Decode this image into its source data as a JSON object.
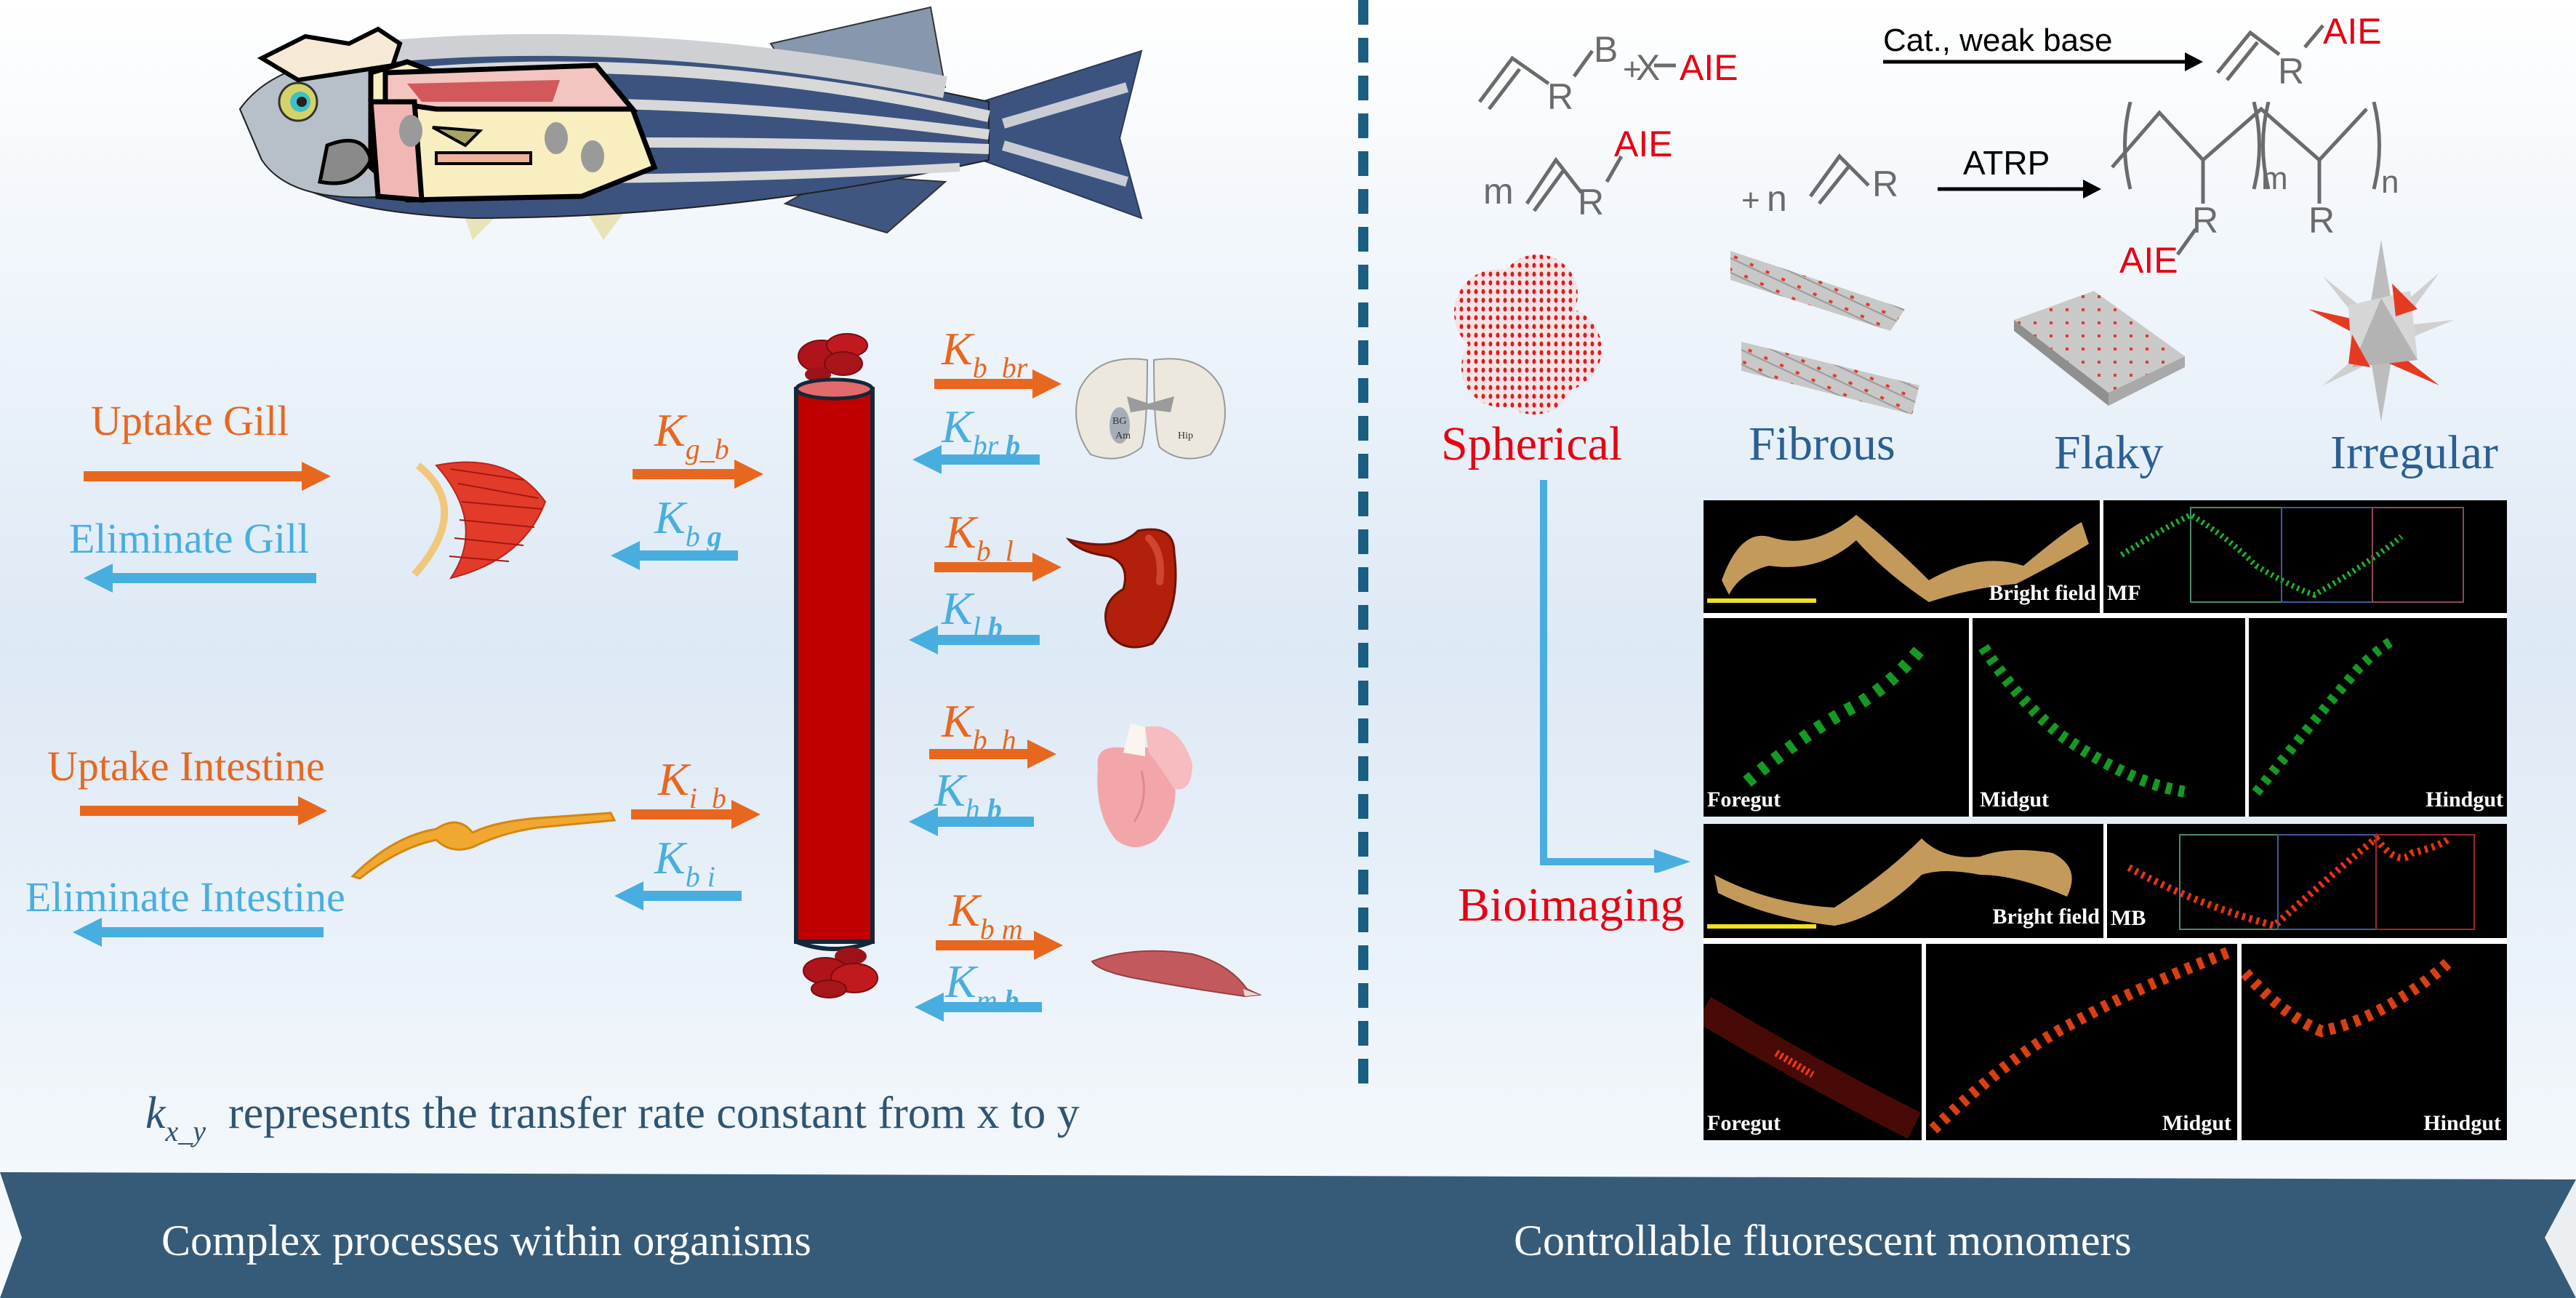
{
  "left_panel": {
    "title": "Complex processes within organisms",
    "uptake_gill": "Uptake Gill",
    "eliminate_gill": "Eliminate Gill",
    "uptake_intestine": "Uptake Intestine",
    "eliminate_intestine": "Eliminate Intestine",
    "rate_constants": [
      {
        "id": "k_g_b",
        "base": "K",
        "sub1": "g",
        "sep": "_",
        "sub2": "b",
        "direction": "in",
        "color": "orange"
      },
      {
        "id": "k_b_g",
        "base": "K",
        "sub1": "b",
        "sep": " ",
        "sub2": "g",
        "direction": "out",
        "color": "blue"
      },
      {
        "id": "k_i_b",
        "base": "K",
        "sub1": "i",
        "sep": "_",
        "sub2": "b",
        "direction": "in",
        "color": "orange"
      },
      {
        "id": "k_b_i",
        "base": "K",
        "sub1": "b",
        "sep": " ",
        "sub2": "i",
        "direction": "out",
        "color": "blue"
      },
      {
        "id": "k_b_br",
        "base": "K",
        "sub1": "b",
        "sep": " ",
        "sub2": "br",
        "direction": "out",
        "color": "orange"
      },
      {
        "id": "k_br_b",
        "base": "K",
        "sub1": "br",
        "sep": " ",
        "sub2": "b",
        "direction": "in",
        "color": "blue"
      },
      {
        "id": "k_b_l",
        "base": "K",
        "sub1": "b",
        "sep": " ",
        "sub2": "l",
        "direction": "out",
        "color": "orange"
      },
      {
        "id": "k_l_b",
        "base": "K",
        "sub1": "l",
        "sep": " ",
        "sub2": "b",
        "direction": "in",
        "color": "blue"
      },
      {
        "id": "k_b_h",
        "base": "K",
        "sub1": "b",
        "sep": " ",
        "sub2": "h",
        "direction": "out",
        "color": "orange"
      },
      {
        "id": "k_h_b",
        "base": "K",
        "sub1": "h",
        "sep": " ",
        "sub2": "b",
        "direction": "in",
        "color": "blue"
      },
      {
        "id": "k_b_m",
        "base": "K",
        "sub1": "b",
        "sep": " ",
        "sub2": "m",
        "direction": "out",
        "color": "orange"
      },
      {
        "id": "k_m_b",
        "base": "K",
        "sub1": "m",
        "sep": " ",
        "sub2": "b",
        "direction": "in",
        "color": "blue"
      }
    ],
    "brain_labels": {
      "bg": "BG",
      "am": "Am",
      "hip": "Hip"
    },
    "legend": {
      "symbol": "k",
      "subscript": "x_y",
      "text": "represents the transfer rate constant from x to y"
    },
    "organs": [
      "fish",
      "gill",
      "intestine",
      "blood-vessel",
      "brain",
      "liver",
      "heart",
      "muscle"
    ]
  },
  "right_panel": {
    "title": "Controllable fluorescent monomers",
    "reaction1": {
      "reactant1_sub": "B",
      "r": "R",
      "plus": "+",
      "x": "X",
      "aie": "AIE",
      "conditions": "Cat., weak base"
    },
    "reaction2": {
      "m": "m",
      "n": "n",
      "plus": "+",
      "r": "R",
      "aie": "AIE",
      "conditions": "ATRP"
    },
    "shapes": [
      {
        "label": "Spherical",
        "color": "#e60012"
      },
      {
        "label": "Fibrous",
        "color": "#2a5f93"
      },
      {
        "label": "Flaky",
        "color": "#2a5f93"
      },
      {
        "label": "Irregular",
        "color": "#2a5f93"
      }
    ],
    "bioimaging_label": "Bioimaging",
    "microscopy": {
      "green": {
        "bright_field": "Bright field",
        "channel": "MF",
        "regions": [
          "Foregut",
          "Midgut",
          "Hindgut"
        ]
      },
      "red": {
        "bright_field": "Bright field",
        "channel": "MB",
        "regions": [
          "Foregut",
          "Midgut",
          "Hindgut"
        ]
      }
    }
  },
  "colors": {
    "uptake": "#E8671F",
    "eliminate": "#48AEE0",
    "banner": "#365B78",
    "divider": "#1A5E82",
    "aie_red": "#E60012",
    "vessel": "#C00000"
  }
}
